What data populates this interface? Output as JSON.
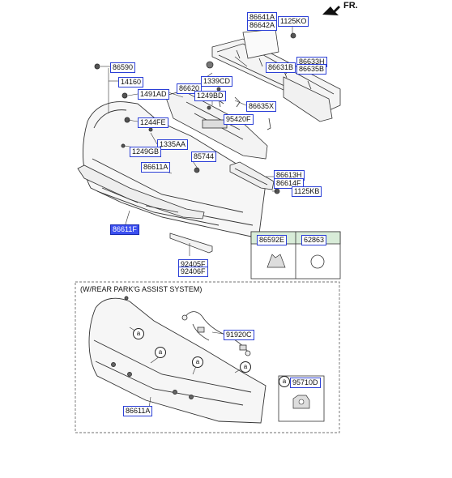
{
  "header": {
    "direction_label": "FR."
  },
  "section": {
    "title": "(W/REAR PARK'G ASSIST SYSTEM)"
  },
  "parts": {
    "p86641A": "86641A",
    "p86642A": "86642A",
    "p1125KO": "1125KO",
    "p86590": "86590",
    "p14160": "14160",
    "p1491AD": "1491AD",
    "p1339CD": "1339CD",
    "p86620": "86620",
    "p1249BD": "1249BD",
    "p86631B": "86631B",
    "p86633H": "86633H",
    "p86635B": "86635B",
    "p86635X": "86635X",
    "p95420F": "95420F",
    "p1244FE": "1244FE",
    "p1335AA": "1335AA",
    "p1249GB": "1249GB",
    "p85744": "85744",
    "p86611A": "86611A",
    "p86613H": "86613H",
    "p86614F": "86614F",
    "p1125KB": "1125KB",
    "p86611F": "86611F",
    "p86592E": "86592E",
    "p62863": "62863",
    "p92405F": "92405F",
    "p92406F": "92406F",
    "p91920C": "91920C",
    "p95710D": "95710D",
    "p86611A_2": "86611A"
  },
  "callout_letter": "a",
  "colors": {
    "label_border": "#2b3fd6",
    "selected_fill": "#3b4ff0",
    "legend_header": "#d8ecd8"
  }
}
